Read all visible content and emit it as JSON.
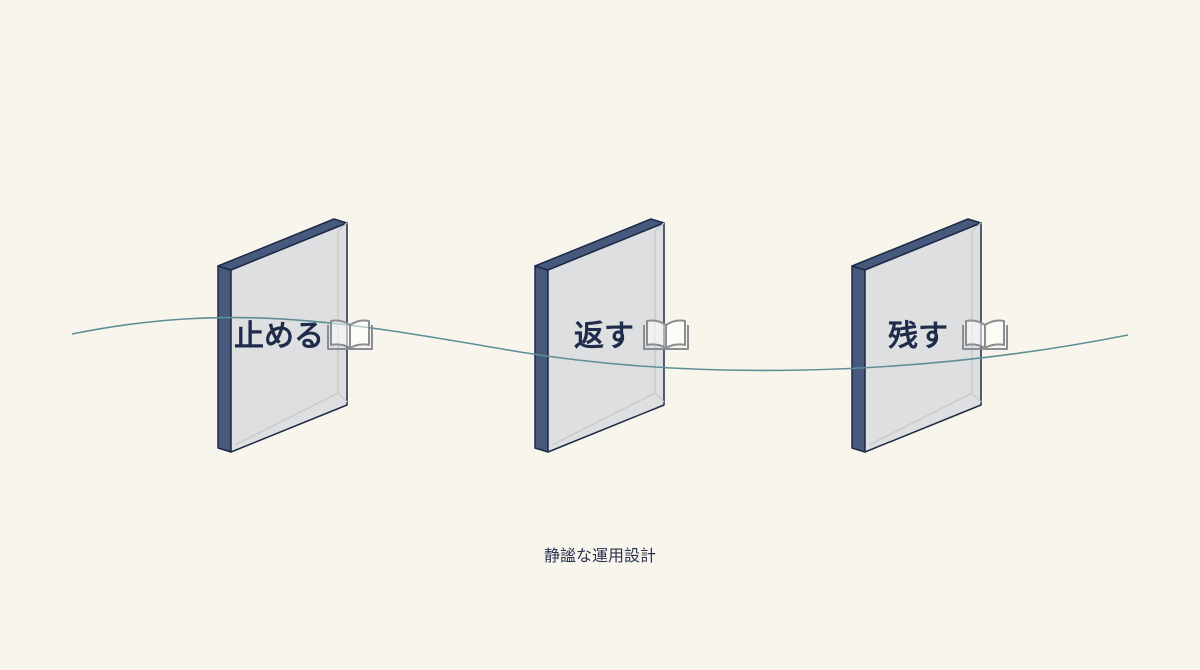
{
  "colors": {
    "background": "#f8f6ec",
    "panel_edge": "#475a7e",
    "panel_outline": "#1d2a48",
    "panel_face": "#dedfe0",
    "panel_inner": "#c9cacc",
    "label_text": "#1f2b4a",
    "book_icon": "#8a8d91",
    "wave": "#5e8f96",
    "caption_text": "#2b3350"
  },
  "panels": [
    {
      "label": "止める",
      "icon": "open-book-icon"
    },
    {
      "label": "返す",
      "icon": "open-book-icon"
    },
    {
      "label": "残す",
      "icon": "open-book-icon"
    }
  ],
  "caption": "静謐な運用設計"
}
